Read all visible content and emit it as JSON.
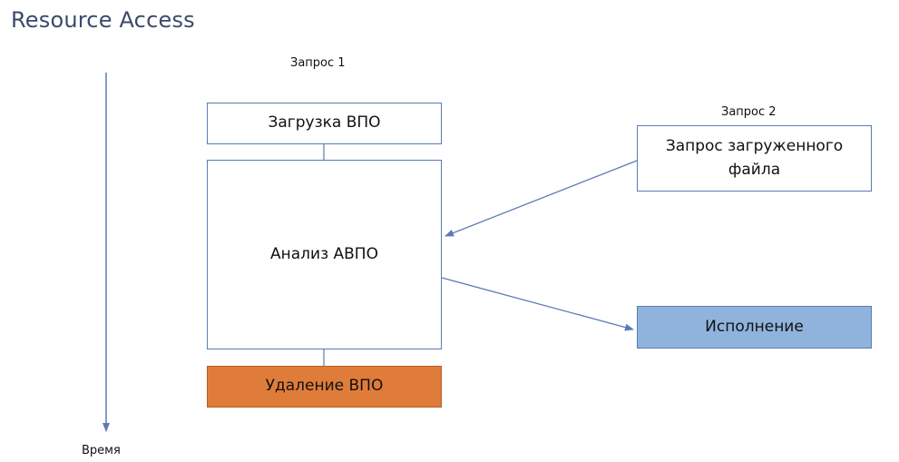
{
  "header": {
    "title": "Resource Access"
  },
  "labels": {
    "request1": "Запрос 1",
    "request2": "Запрос 2",
    "time": "Время"
  },
  "boxes": {
    "upload": "Загрузка ВПО",
    "analysis": "Анализ АВПО",
    "delete": "Удаление ВПО",
    "file_request": "Запрос загруженного файла",
    "execution": "Исполнение"
  },
  "colors": {
    "title": "#3b4a6b",
    "border": "#5b7bb4",
    "delete_fill": "#e07c3a",
    "execution_fill": "#8fb3dd",
    "arrow": "#5b7bb4"
  }
}
